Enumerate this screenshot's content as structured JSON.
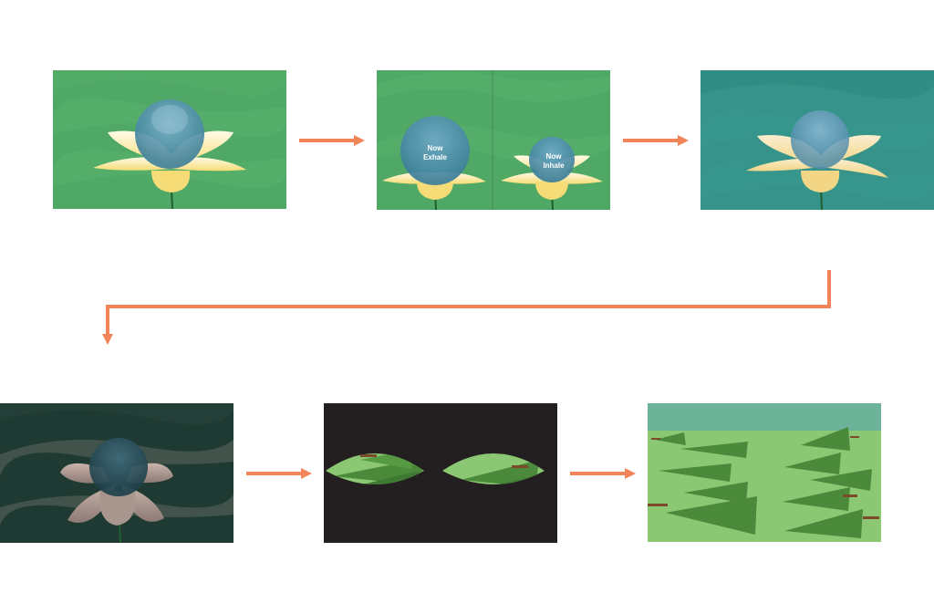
{
  "frames": [
    {
      "id": "flower-with-bubble"
    },
    {
      "id": "breathing-sequence",
      "bubble_left": {
        "line1": "Now",
        "line2": "Exhale"
      },
      "bubble_right": {
        "line1": "Now",
        "line2": "Inhale"
      }
    },
    {
      "id": "teal-flower"
    },
    {
      "id": "dark-wilted-flower"
    },
    {
      "id": "eyes-opening-forest"
    },
    {
      "id": "forest-meadow"
    }
  ],
  "colors": {
    "arrow": "#f2845a",
    "green_bg": "#4fa865",
    "teal_bg": "#35938a",
    "dark_bg": "#1e3a32",
    "black_bg": "#231f20",
    "meadow": "#8cc873",
    "sky": "#6cb39a"
  }
}
